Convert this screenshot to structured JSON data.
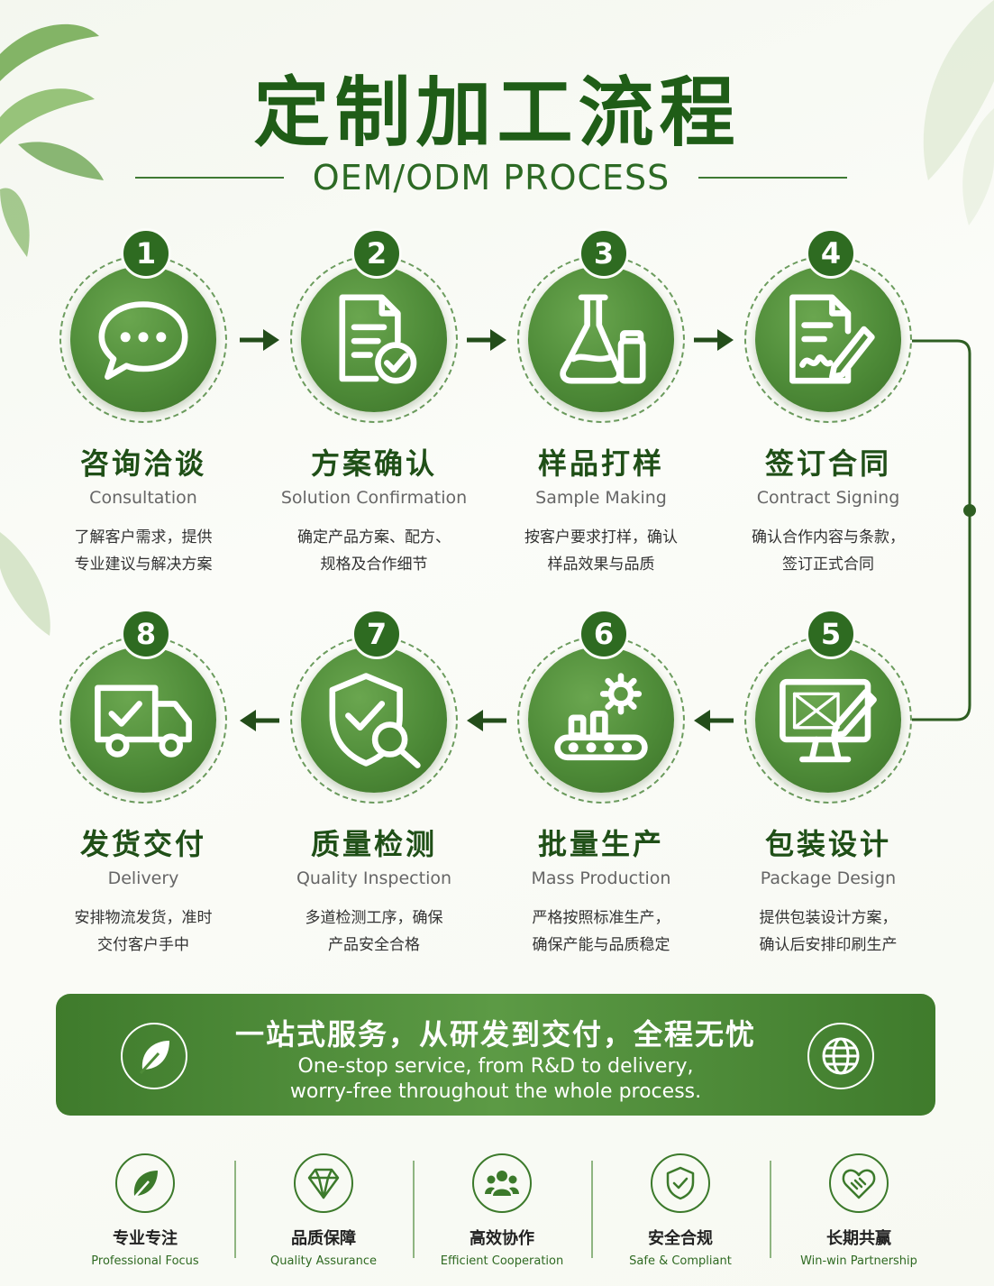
{
  "title": "定制加工流程",
  "subtitle": "OEM/ODM PROCESS",
  "steps": [
    {
      "num": "1",
      "title": "咨询洽谈",
      "en": "Consultation",
      "desc": "了解客户需求，提供\n专业建议与解决方案",
      "icon": "chat-bubble-icon"
    },
    {
      "num": "2",
      "title": "方案确认",
      "en": "Solution Confirmation",
      "desc": "确定产品方案、配方、\n规格及合作细节",
      "icon": "document-check-icon"
    },
    {
      "num": "3",
      "title": "样品打样",
      "en": "Sample Making",
      "desc": "按客户要求打样，确认\n样品效果与品质",
      "icon": "flask-jar-icon"
    },
    {
      "num": "4",
      "title": "签订合同",
      "en": "Contract Signing",
      "desc": "确认合作内容与条款，\n签订正式合同",
      "icon": "contract-pen-icon"
    },
    {
      "num": "5",
      "title": "包装设计",
      "en": "Package Design",
      "desc": "提供包装设计方案，\n确认后安排印刷生产",
      "icon": "monitor-design-icon"
    },
    {
      "num": "6",
      "title": "批量生产",
      "en": "Mass Production",
      "desc": "严格按照标准生产，\n确保产能与品质稳定",
      "icon": "conveyor-gear-icon"
    },
    {
      "num": "7",
      "title": "质量检测",
      "en": "Quality Inspection",
      "desc": "多道检测工序，确保\n产品安全合格",
      "icon": "shield-magnifier-icon"
    },
    {
      "num": "8",
      "title": "发货交付",
      "en": "Delivery",
      "desc": "安排物流发货，准时\n交付客户手中",
      "icon": "delivery-truck-icon"
    }
  ],
  "banner": {
    "cn": "一站式服务，从研发到交付，全程无忧",
    "en_line1": "One-stop service, from R&D to delivery,",
    "en_line2": "worry-free throughout the whole process."
  },
  "features": [
    {
      "cn": "专业专注",
      "en": "Professional Focus",
      "icon": "leaf-icon"
    },
    {
      "cn": "品质保障",
      "en": "Quality Assurance",
      "icon": "diamond-icon"
    },
    {
      "cn": "高效协作",
      "en": "Efficient Cooperation",
      "icon": "team-icon"
    },
    {
      "cn": "安全合规",
      "en": "Safe & Compliant",
      "icon": "shield-check-icon"
    },
    {
      "cn": "长期共赢",
      "en": "Win-win Partnership",
      "icon": "handshake-heart-icon"
    }
  ],
  "colors": {
    "primary": "#4e8b38",
    "dark": "#1f5d17",
    "accent": "#2e6b21"
  }
}
